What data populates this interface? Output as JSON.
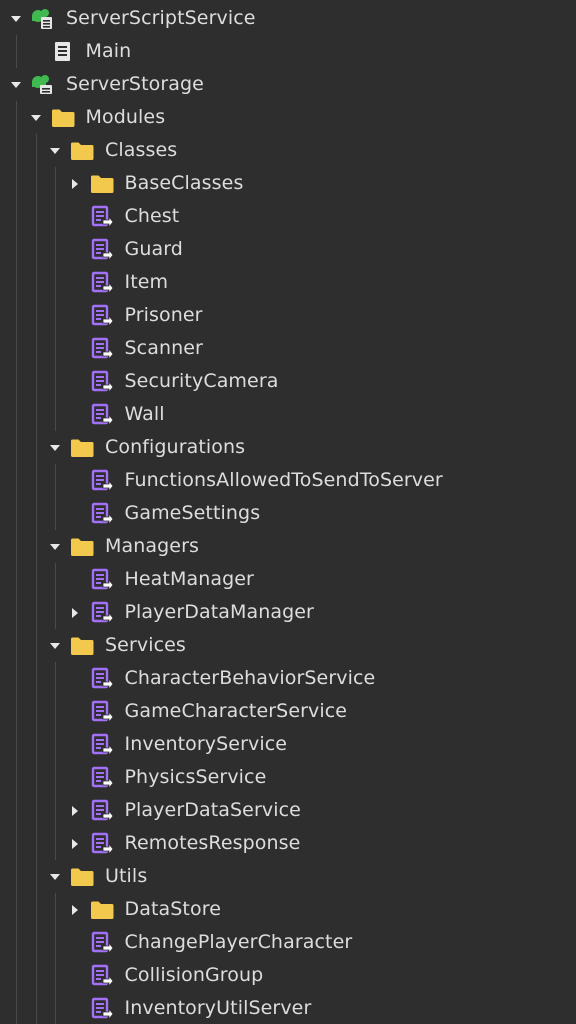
{
  "explorer": {
    "nodes": [
      {
        "label": "ServerScriptService",
        "depth": 0,
        "icon": "server-script-service-icon",
        "caret": "expanded"
      },
      {
        "label": "Main",
        "depth": 1,
        "icon": "script-icon",
        "caret": "none"
      },
      {
        "label": "ServerStorage",
        "depth": 0,
        "icon": "server-storage-icon",
        "caret": "expanded"
      },
      {
        "label": "Modules",
        "depth": 1,
        "icon": "folder-icon",
        "caret": "expanded"
      },
      {
        "label": "Classes",
        "depth": 2,
        "icon": "folder-icon",
        "caret": "expanded"
      },
      {
        "label": "BaseClasses",
        "depth": 3,
        "icon": "folder-icon",
        "caret": "collapsed"
      },
      {
        "label": "Chest",
        "depth": 3,
        "icon": "module-script-icon",
        "caret": "none"
      },
      {
        "label": "Guard",
        "depth": 3,
        "icon": "module-script-icon",
        "caret": "none"
      },
      {
        "label": "Item",
        "depth": 3,
        "icon": "module-script-icon",
        "caret": "none"
      },
      {
        "label": "Prisoner",
        "depth": 3,
        "icon": "module-script-icon",
        "caret": "none"
      },
      {
        "label": "Scanner",
        "depth": 3,
        "icon": "module-script-icon",
        "caret": "none"
      },
      {
        "label": "SecurityCamera",
        "depth": 3,
        "icon": "module-script-icon",
        "caret": "none"
      },
      {
        "label": "Wall",
        "depth": 3,
        "icon": "module-script-icon",
        "caret": "none"
      },
      {
        "label": "Configurations",
        "depth": 2,
        "icon": "folder-icon",
        "caret": "expanded"
      },
      {
        "label": "FunctionsAllowedToSendToServer",
        "depth": 3,
        "icon": "module-script-icon",
        "caret": "none"
      },
      {
        "label": "GameSettings",
        "depth": 3,
        "icon": "module-script-icon",
        "caret": "none"
      },
      {
        "label": "Managers",
        "depth": 2,
        "icon": "folder-icon",
        "caret": "expanded"
      },
      {
        "label": "HeatManager",
        "depth": 3,
        "icon": "module-script-icon",
        "caret": "none"
      },
      {
        "label": "PlayerDataManager",
        "depth": 3,
        "icon": "module-script-icon",
        "caret": "collapsed"
      },
      {
        "label": "Services",
        "depth": 2,
        "icon": "folder-icon",
        "caret": "expanded"
      },
      {
        "label": "CharacterBehaviorService",
        "depth": 3,
        "icon": "module-script-icon",
        "caret": "none"
      },
      {
        "label": "GameCharacterService",
        "depth": 3,
        "icon": "module-script-icon",
        "caret": "none"
      },
      {
        "label": "InventoryService",
        "depth": 3,
        "icon": "module-script-icon",
        "caret": "none"
      },
      {
        "label": "PhysicsService",
        "depth": 3,
        "icon": "module-script-icon",
        "caret": "none"
      },
      {
        "label": "PlayerDataService",
        "depth": 3,
        "icon": "module-script-icon",
        "caret": "collapsed"
      },
      {
        "label": "RemotesResponse",
        "depth": 3,
        "icon": "module-script-icon",
        "caret": "collapsed"
      },
      {
        "label": "Utils",
        "depth": 2,
        "icon": "folder-icon",
        "caret": "expanded"
      },
      {
        "label": "DataStore",
        "depth": 3,
        "icon": "folder-icon",
        "caret": "collapsed"
      },
      {
        "label": "ChangePlayerCharacter",
        "depth": 3,
        "icon": "module-script-icon",
        "caret": "none"
      },
      {
        "label": "CollisionGroup",
        "depth": 3,
        "icon": "module-script-icon",
        "caret": "none"
      },
      {
        "label": "InventoryUtilServer",
        "depth": 3,
        "icon": "module-script-icon",
        "caret": "none"
      }
    ]
  },
  "colors": {
    "background": "#2e2e2e",
    "text": "#dddddd",
    "folder": "#f2c94c",
    "module_script": "#a371f7",
    "service_green": "#3fb950",
    "guide_line": "#4a4a4a"
  }
}
